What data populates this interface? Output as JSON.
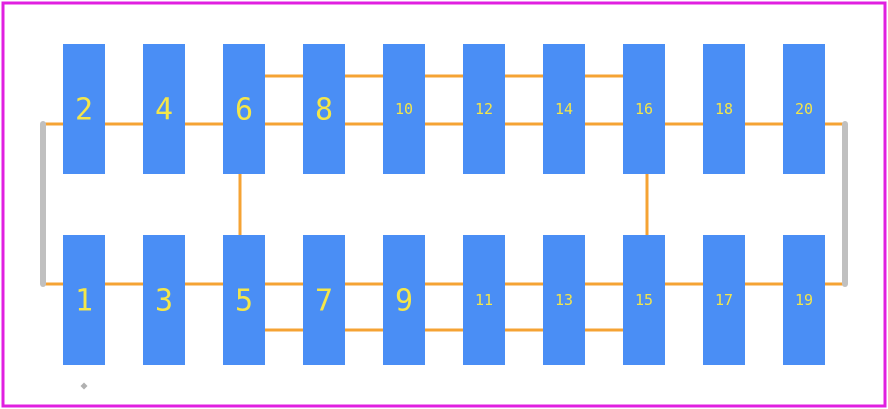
{
  "colors": {
    "background": "#ffffff",
    "outline": "#e020e0",
    "pad": "#4a8ef5",
    "label": "#f4e64a",
    "trace": "#f5a334",
    "body_edge": "#c0c0c0",
    "origin_marker": "#b0b0b0"
  },
  "top_row": [
    {
      "label": "2"
    },
    {
      "label": "4"
    },
    {
      "label": "6"
    },
    {
      "label": "8"
    },
    {
      "label": "10"
    },
    {
      "label": "12"
    },
    {
      "label": "14"
    },
    {
      "label": "16"
    },
    {
      "label": "18"
    },
    {
      "label": "20"
    }
  ],
  "bottom_row": [
    {
      "label": "1"
    },
    {
      "label": "3"
    },
    {
      "label": "5"
    },
    {
      "label": "7"
    },
    {
      "label": "9"
    },
    {
      "label": "11"
    },
    {
      "label": "13"
    },
    {
      "label": "15"
    },
    {
      "label": "17"
    },
    {
      "label": "19"
    }
  ]
}
